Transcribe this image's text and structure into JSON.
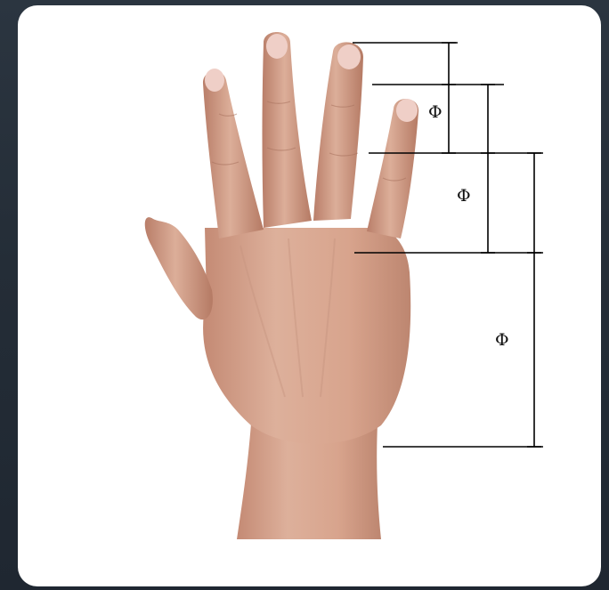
{
  "colors": {
    "background": "#262f39",
    "card": "#ffffff",
    "skin": "#d9a58f",
    "skin_shadow": "#b9806a",
    "nail": "#ecc8bf",
    "line": "#000000"
  },
  "diagram": {
    "subject": "hand-icon",
    "labels": {
      "top": "Φ",
      "middle": "Φ",
      "bottom": "Φ"
    }
  }
}
